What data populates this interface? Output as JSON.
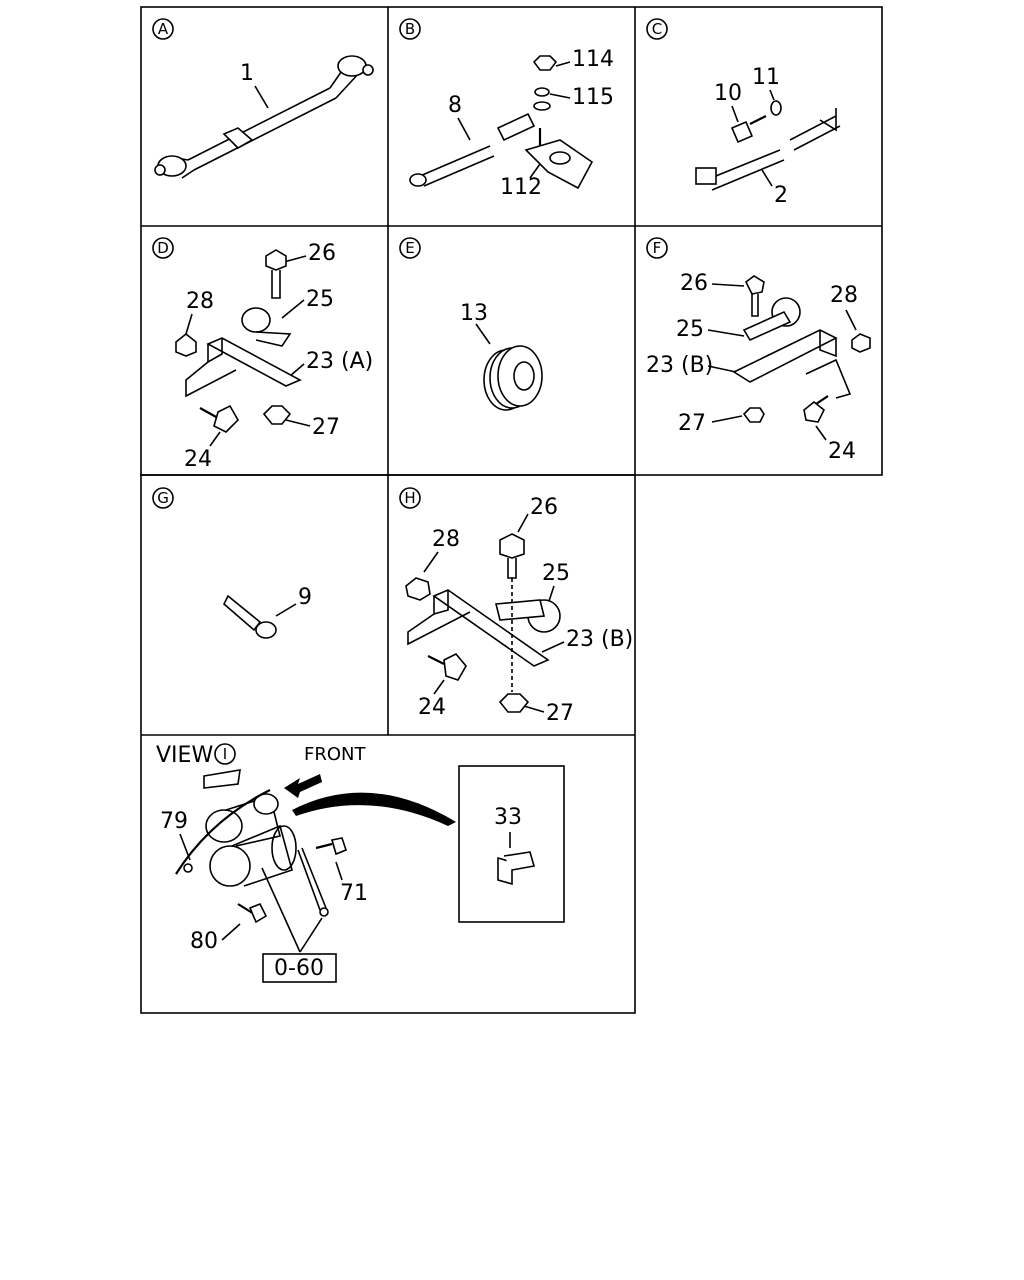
{
  "panels": {
    "A": {
      "letter": "A",
      "parts": {
        "p1": "1"
      }
    },
    "B": {
      "letter": "B",
      "parts": {
        "p8": "8",
        "p114": "114",
        "p115": "115",
        "p112": "112"
      }
    },
    "C": {
      "letter": "C",
      "parts": {
        "p10": "10",
        "p11": "11",
        "p2": "2"
      }
    },
    "D": {
      "letter": "D",
      "parts": {
        "p26": "26",
        "p28": "28",
        "p25": "25",
        "p23": "23 (A)",
        "p24": "24",
        "p27": "27"
      }
    },
    "E": {
      "letter": "E",
      "parts": {
        "p13": "13"
      }
    },
    "F": {
      "letter": "F",
      "parts": {
        "p26": "26",
        "p28": "28",
        "p25": "25",
        "p23": "23 (B)",
        "p27": "27",
        "p24": "24"
      }
    },
    "G": {
      "letter": "G",
      "parts": {
        "p9": "9"
      }
    },
    "H": {
      "letter": "H",
      "parts": {
        "p26": "26",
        "p28": "28",
        "p25": "25",
        "p23": "23 (B)",
        "p24": "24",
        "p27": "27"
      }
    },
    "I": {
      "view_word": "VIEW",
      "letter": "I",
      "front_label": "FRONT",
      "ref_box": "0-60",
      "parts": {
        "p79": "79",
        "p71": "71",
        "p80": "80",
        "p33": "33"
      }
    }
  }
}
